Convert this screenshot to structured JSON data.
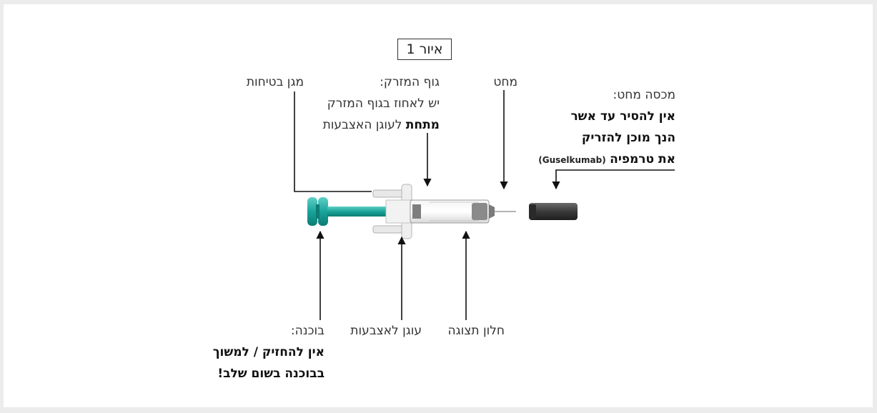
{
  "figure": {
    "title": "איור 1"
  },
  "labels": {
    "needle_cap": {
      "title": "מכסה מחט:",
      "line1": "אין להסיר עד אשר",
      "line2": "הנך מוכן להזריק",
      "line3_main": "את טרמפיה",
      "line3_small": "(Guselkumab)"
    },
    "needle": {
      "title": "מחט"
    },
    "syringe_body": {
      "title": "גוף המזרק:",
      "line1": "יש לאחוז בגוף המזרק",
      "line2_bold": "מתחת",
      "line2_rest": "לעוגן האצבעות"
    },
    "safety_guard": {
      "title": "מגן בטיחות"
    },
    "plunger": {
      "title": "בוכנה:",
      "line1": "אין להחזיק / למשוך",
      "line2": "בבוכנה בשום שלב!"
    },
    "finger_flange": {
      "title": "עוגן לאצבעות"
    },
    "viewing_window": {
      "title": "חלון תצוגה"
    }
  },
  "colors": {
    "plunger_teal": "#1aa39a",
    "cap_dark": "#3b3b3b",
    "line": "#111111"
  }
}
